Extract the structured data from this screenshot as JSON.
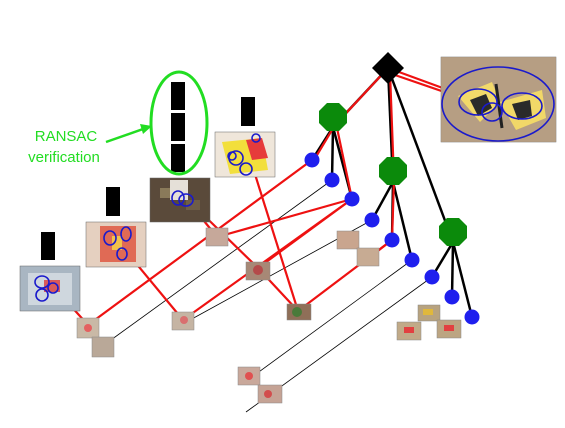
{
  "diagram": {
    "callout": {
      "line1": "RANSAC",
      "line2": "verification",
      "color": "#22dd22"
    },
    "colors": {
      "root_node": "#000000",
      "internal_node": "#0b8a0b",
      "leaf_node": "#1f1fee",
      "match_path": "#ee1111",
      "tree_edge": "#000000",
      "vote_bar": "#000000",
      "ellipse": "#1a1acc"
    },
    "node_glyphs": {
      "root": "diamond",
      "internal": "octagon",
      "leaf": "circle"
    }
  }
}
